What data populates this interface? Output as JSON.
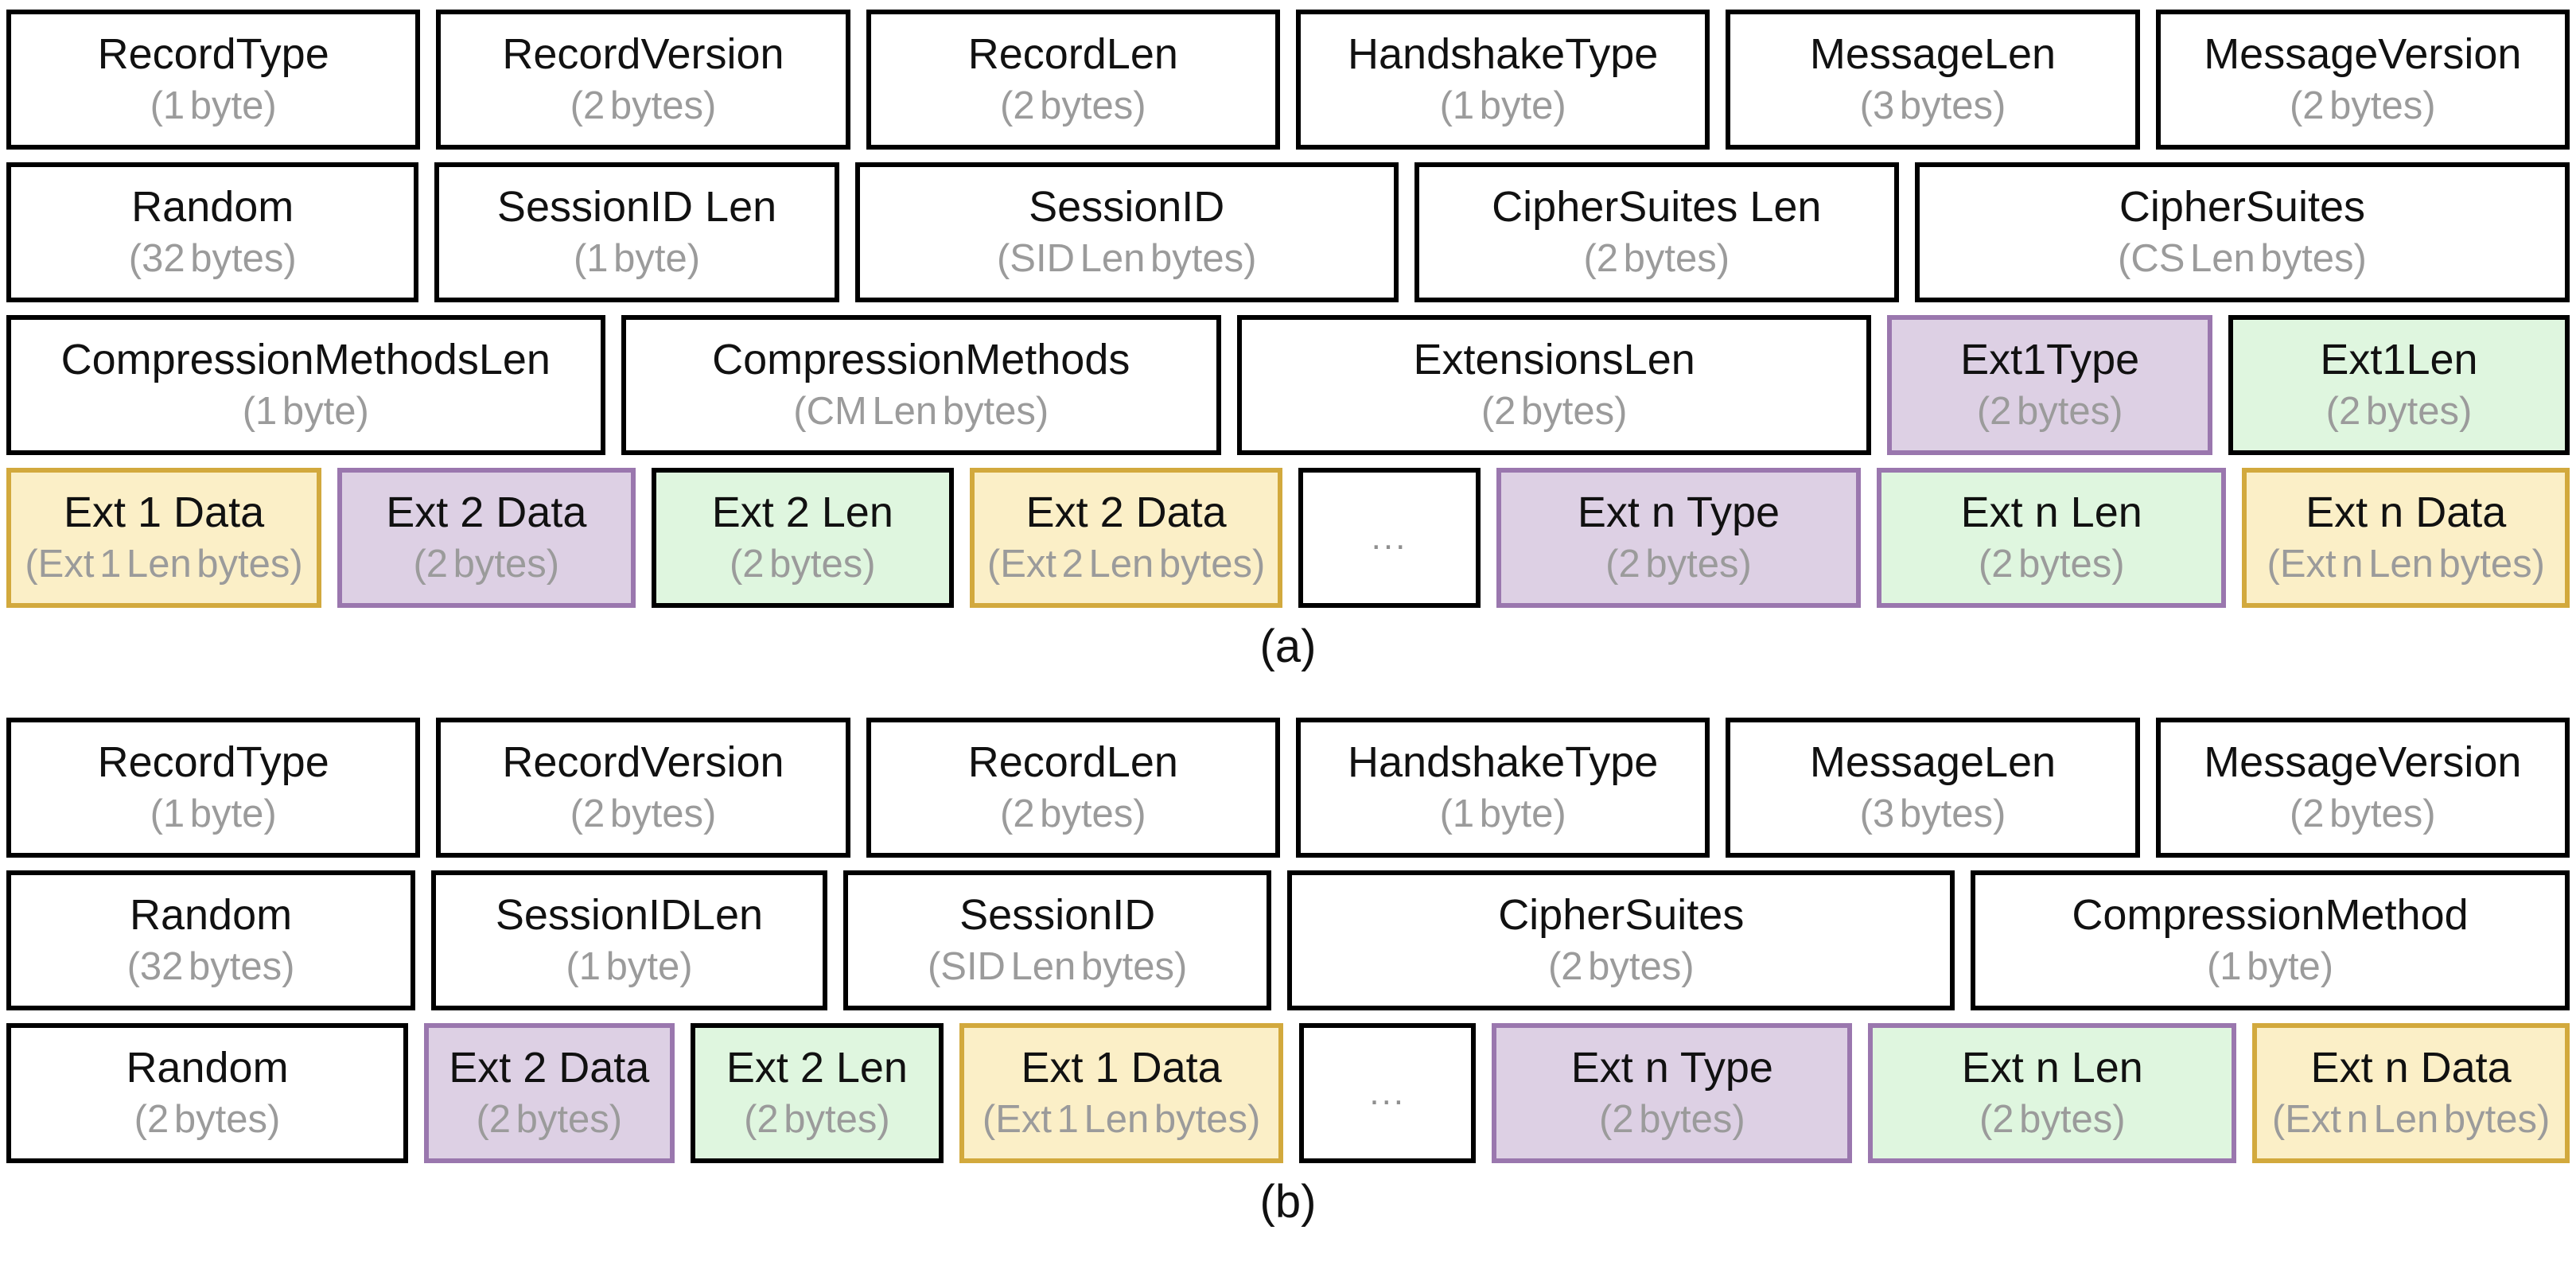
{
  "colors": {
    "purple_fill": "#ddd0e4",
    "purple_border": "#9a77ae",
    "green_fill": "#dff6df",
    "yellow_fill": "#fbefc7",
    "yellow_border": "#d2a93d",
    "black_border": "#000000",
    "sub_text": "#9b9b9b"
  },
  "panels": [
    {
      "id": "a",
      "label": "(a)",
      "rows": [
        [
          {
            "t": "RecordType",
            "s": "(1 byte)",
            "fill": "white",
            "border": "black",
            "flex": 100
          },
          {
            "t": "RecordVersion",
            "s": "(2 bytes)",
            "fill": "white",
            "border": "black",
            "flex": 100
          },
          {
            "t": "RecordLen",
            "s": "(2 bytes)",
            "fill": "white",
            "border": "black",
            "flex": 100
          },
          {
            "t": "HandshakeType",
            "s": "(1 byte)",
            "fill": "white",
            "border": "black",
            "flex": 100
          },
          {
            "t": "MessageLen",
            "s": "(3 bytes)",
            "fill": "white",
            "border": "black",
            "flex": 100
          },
          {
            "t": "MessageVersion",
            "s": "(2 bytes)",
            "fill": "white",
            "border": "black",
            "flex": 100
          }
        ],
        [
          {
            "t": "Random",
            "s": "(32 bytes)",
            "fill": "white",
            "border": "black",
            "flex": 246
          },
          {
            "t": "SessionID Len",
            "s": "(1 byte)",
            "fill": "white",
            "border": "black",
            "flex": 241
          },
          {
            "t": "SessionID",
            "s": "(SID Len bytes)",
            "fill": "white",
            "border": "black",
            "flex": 326
          },
          {
            "t": "CipherSuites Len",
            "s": "(2 bytes)",
            "fill": "white",
            "border": "black",
            "flex": 290
          },
          {
            "t": "CipherSuites",
            "s": "(CS Len bytes)",
            "fill": "white",
            "border": "black",
            "flex": 394
          }
        ],
        [
          {
            "t": "CompressionMethodsLen",
            "s": "(1 byte)",
            "fill": "white",
            "border": "black",
            "flex": 364
          },
          {
            "t": "CompressionMethods",
            "s": "(CM Len bytes)",
            "fill": "white",
            "border": "black",
            "flex": 365
          },
          {
            "t": "ExtensionsLen",
            "s": "(2 bytes)",
            "fill": "white",
            "border": "black",
            "flex": 386
          },
          {
            "t": "Ext1Type",
            "s": "(2 bytes)",
            "fill": "purple",
            "border": "purple",
            "flex": 195
          },
          {
            "t": "Ext1Len",
            "s": "(2 bytes)",
            "fill": "green",
            "border": "black",
            "flex": 205
          }
        ],
        [
          {
            "t": "Ext 1 Data",
            "s": "(Ext 1 Len bytes)",
            "fill": "yellow",
            "border": "gold",
            "flex": 124
          },
          {
            "t": "Ext 2 Data",
            "s": "(2 bytes)",
            "fill": "purple",
            "border": "purple",
            "flex": 117
          },
          {
            "t": "Ext 2 Len",
            "s": "(2 bytes)",
            "fill": "green",
            "border": "black",
            "flex": 119
          },
          {
            "t": "Ext 2 Data",
            "s": "(Ext 2 Len bytes)",
            "fill": "yellow",
            "border": "gold",
            "flex": 123
          },
          {
            "t": "",
            "s": "...",
            "fill": "white",
            "border": "black",
            "flex": 70
          },
          {
            "t": "Ext n Type",
            "s": "(2 bytes)",
            "fill": "purple",
            "border": "purple",
            "flex": 144
          },
          {
            "t": "Ext n Len",
            "s": "(2 bytes)",
            "fill": "green",
            "border": "purple",
            "flex": 138
          },
          {
            "t": "Ext n Data",
            "s": "(Ext n Len bytes)",
            "fill": "yellow",
            "border": "gold",
            "flex": 129
          }
        ]
      ]
    },
    {
      "id": "b",
      "label": "(b)",
      "rows": [
        [
          {
            "t": "RecordType",
            "s": "(1 byte)",
            "fill": "white",
            "border": "black",
            "flex": 100
          },
          {
            "t": "RecordVersion",
            "s": "(2 bytes)",
            "fill": "white",
            "border": "black",
            "flex": 100
          },
          {
            "t": "RecordLen",
            "s": "(2 bytes)",
            "fill": "white",
            "border": "black",
            "flex": 100
          },
          {
            "t": "HandshakeType",
            "s": "(1 byte)",
            "fill": "white",
            "border": "black",
            "flex": 100
          },
          {
            "t": "MessageLen",
            "s": "(3 bytes)",
            "fill": "white",
            "border": "black",
            "flex": 100
          },
          {
            "t": "MessageVersion",
            "s": "(2 bytes)",
            "fill": "white",
            "border": "black",
            "flex": 100
          }
        ],
        [
          {
            "t": "Random",
            "s": "(32 bytes)",
            "fill": "white",
            "border": "black",
            "flex": 246
          },
          {
            "t": "SessionIDLen",
            "s": "(1 byte)",
            "fill": "white",
            "border": "black",
            "flex": 238
          },
          {
            "t": "SessionID",
            "s": "(SID Len bytes)",
            "fill": "white",
            "border": "black",
            "flex": 258
          },
          {
            "t": "CipherSuites",
            "s": "(2 bytes)",
            "fill": "white",
            "border": "black",
            "flex": 405
          },
          {
            "t": "CompressionMethod",
            "s": "(1 byte)",
            "fill": "white",
            "border": "black",
            "flex": 363
          }
        ],
        [
          {
            "t": "Random",
            "s": "(2 bytes)",
            "fill": "white",
            "border": "black",
            "flex": 246
          },
          {
            "t": "Ext 2 Data",
            "s": "(2 bytes)",
            "fill": "purple",
            "border": "purple",
            "flex": 151
          },
          {
            "t": "Ext 2 Len",
            "s": "(2 bytes)",
            "fill": "green",
            "border": "black",
            "flex": 153
          },
          {
            "t": "Ext 1 Data",
            "s": "(Ext 1 Len bytes)",
            "fill": "yellow",
            "border": "gold",
            "flex": 197
          },
          {
            "t": "",
            "s": "...",
            "fill": "white",
            "border": "black",
            "flex": 105
          },
          {
            "t": "Ext n Type",
            "s": "(2 bytes)",
            "fill": "purple",
            "border": "purple",
            "flex": 220
          },
          {
            "t": "Ext n Len",
            "s": "(2 bytes)",
            "fill": "green",
            "border": "purple",
            "flex": 225
          },
          {
            "t": "Ext n Data",
            "s": "(Ext n Len bytes)",
            "fill": "yellow",
            "border": "gold",
            "flex": 193
          }
        ]
      ]
    }
  ]
}
